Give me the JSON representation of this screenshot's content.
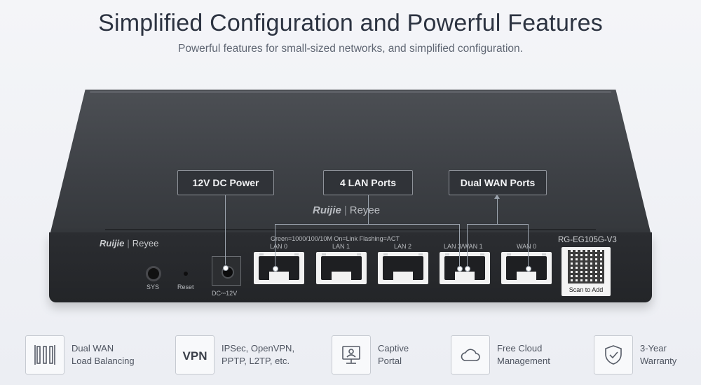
{
  "heading": {
    "title": "Simplified Configuration and Powerful Features",
    "subtitle": "Powerful features for small-sized networks, and simplified configuration."
  },
  "device": {
    "brand": "Ruijie",
    "sub_brand": "Reyee",
    "model": "RG-EG105G-V3",
    "led_legend": "Green=1000/100/10M  On=Link  Flashing=ACT",
    "sys_label": "SYS",
    "reset_label": "Reset",
    "dc_label": "DC⎓12V",
    "qr_label": "Scan to Add",
    "ports": [
      {
        "label": "LAN 0"
      },
      {
        "label": "LAN 1"
      },
      {
        "label": "LAN 2"
      },
      {
        "label": "LAN 3/WAN 1"
      },
      {
        "label": "WAN 0"
      }
    ]
  },
  "callouts": {
    "power": "12V DC Power",
    "lan": "4 LAN Ports",
    "wan": "Dual WAN Ports"
  },
  "features": [
    {
      "icon": "load-balance-icon",
      "line1": "Dual WAN",
      "line2": "Load Balancing"
    },
    {
      "icon": "vpn-icon",
      "icon_text": "VPN",
      "line1": "IPSec, OpenVPN,",
      "line2": "PPTP, L2TP, etc."
    },
    {
      "icon": "captive-portal-icon",
      "line1": "Captive",
      "line2": "Portal"
    },
    {
      "icon": "cloud-icon",
      "line1": "Free Cloud",
      "line2": "Management"
    },
    {
      "icon": "shield-check-icon",
      "line1": "3-Year",
      "line2": "Warranty"
    }
  ],
  "colors": {
    "background": "#eef0f4",
    "device_body": "#3e4146",
    "callout_bg": "#303338",
    "connector_line": "#9ba3ad"
  }
}
